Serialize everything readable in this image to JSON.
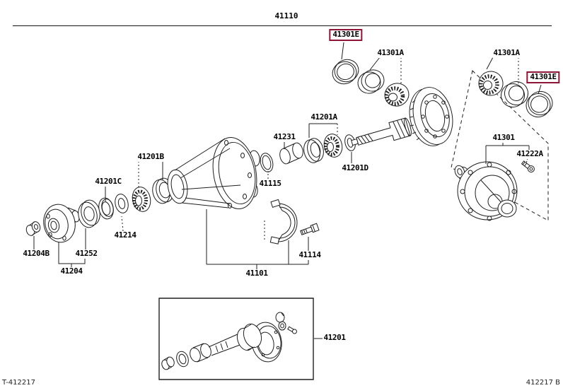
{
  "title": "41110",
  "labels": {
    "l41110": "41110",
    "l41301e": "41301E",
    "l41301a": "41301A",
    "l41201a": "41201A",
    "l41231": "41231",
    "l41201d": "41201D",
    "l41115": "41115",
    "l41201b": "41201B",
    "l41201c": "41201C",
    "l41214": "41214",
    "l41204b": "41204B",
    "l41252": "41252",
    "l41204": "41204",
    "l41101": "41101",
    "l41114": "41114",
    "l41301": "41301",
    "l41222a": "41222A",
    "l41201": "41201"
  },
  "highlighted_part": "41301E",
  "footer": {
    "left": "T-412217",
    "right": "412217 B"
  },
  "colors": {
    "highlight": "#8d1535",
    "line": "#1f1f1f"
  }
}
